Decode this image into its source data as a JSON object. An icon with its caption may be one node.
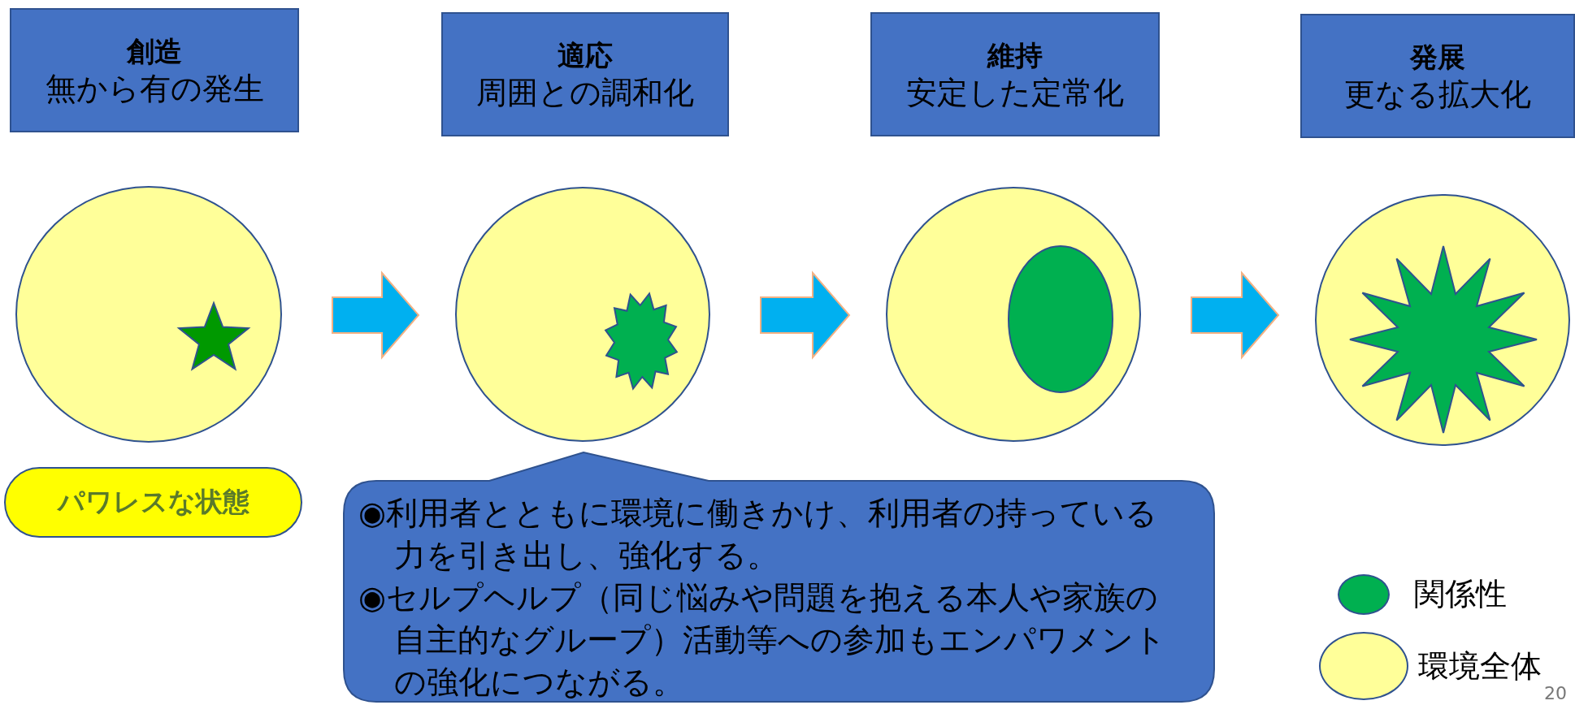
{
  "diagram": {
    "nodes": [
      {
        "text": [
          "創造",
          "無から有の発生"
        ]
      },
      {
        "text": [
          "適応",
          "周囲との調和化"
        ]
      },
      {
        "text": [
          "維持",
          "安定した定常化"
        ]
      },
      {
        "text": [
          "発展",
          "更なる拡大化"
        ]
      },
      {
        "text": [],
        "shape": "circle"
      },
      {
        "text": [],
        "shape": "circle"
      },
      {
        "text": [],
        "shape": "circle"
      },
      {
        "text": [],
        "shape": "circle"
      },
      {
        "text": [],
        "shape": "star",
        "in": 4
      },
      {
        "text": [],
        "shape": "burst",
        "in": 5
      },
      {
        "text": [],
        "shape": "ellipse",
        "in": 6
      },
      {
        "text": [],
        "shape": "burst",
        "in": 7
      },
      {
        "text": [
          "パワレスな状態"
        ]
      },
      {
        "text": [
          "◉利用者とともに環境に働きかけ、利用者の持っている力を引き出し、強化する。",
          "◉セルプヘルプ（同じ悩みや問題を抱える本人や家族の自主的なグループ）活動等への参加もエンパワメントの強化につながる。"
        ]
      }
    ],
    "edges": [
      {
        "from": 4,
        "to": 5,
        "arrow": "to"
      },
      {
        "from": 5,
        "to": 6,
        "arrow": "to"
      },
      {
        "from": 6,
        "to": 7,
        "arrow": "to"
      }
    ],
    "labels": [
      "20"
    ],
    "legend": [
      {
        "text": "関係性",
        "color": "#00b050"
      },
      {
        "text": "環境全体",
        "color": "#ffff99"
      }
    ]
  }
}
